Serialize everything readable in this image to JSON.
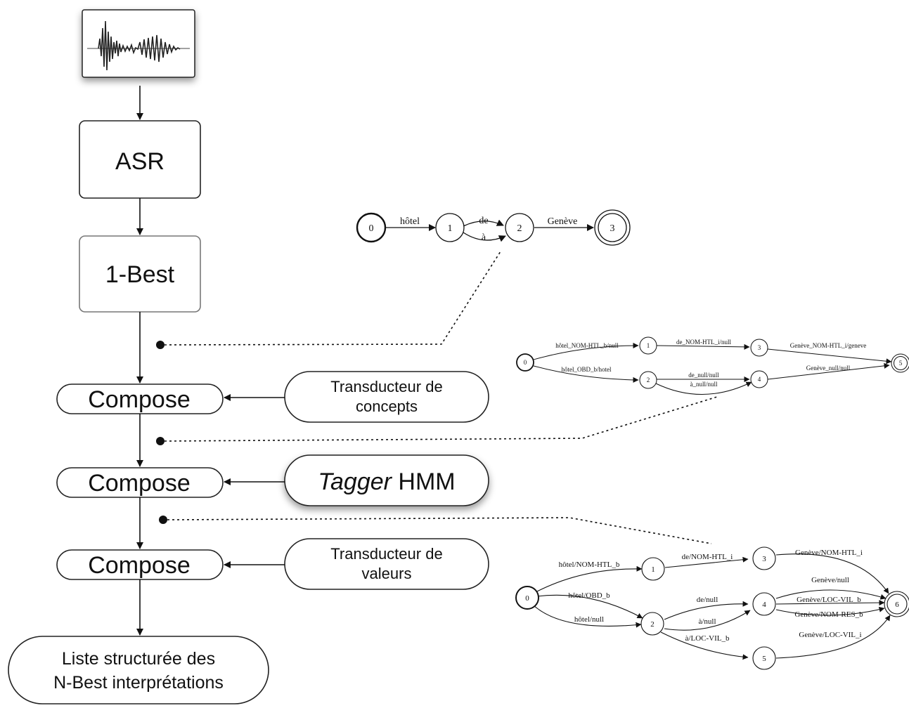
{
  "pipeline": {
    "asr": "ASR",
    "onebest": "1-Best",
    "compose1": "Compose",
    "compose2": "Compose",
    "compose3": "Compose",
    "concepts_line1": "Transducteur de",
    "concepts_line2": "concepts",
    "tagger_italic": "Tagger",
    "tagger_rest": " HMM",
    "valeurs_line1": "Transducteur de",
    "valeurs_line2": "valeurs",
    "output_line1": "Liste structurée des",
    "output_line2": "N-Best interprétations"
  },
  "fst1": {
    "states": [
      "0",
      "1",
      "2",
      "3"
    ],
    "arcs": [
      "hôtel",
      "de",
      "à",
      "Genève"
    ]
  },
  "fst2": {
    "states": [
      "0",
      "1",
      "2",
      "3",
      "4",
      "5"
    ],
    "arcs": [
      "hôtel_NOM-HTL_b/null",
      "hôtel_OBD_b/hotel",
      "de_NOM-HTL_i/null",
      "de_null/null",
      "à_null/null",
      "Genève_NOM-HTL_i/geneve",
      "Genève_null/null"
    ]
  },
  "fst3": {
    "states": [
      "0",
      "1",
      "2",
      "3",
      "4",
      "5",
      "6"
    ],
    "arcs": [
      "hôtel/NOM-HTL_b",
      "hôtel/OBD_b",
      "hôtel/null",
      "de/NOM-HTL_i",
      "de/null",
      "à/null",
      "à/LOC-VIL_b",
      "Genève/NOM-HTL_i",
      "Genève/null",
      "Genève/LOC-VIL_b",
      "Genève/NOM-RES_b",
      "Genève/LOC-VIL_i"
    ]
  }
}
